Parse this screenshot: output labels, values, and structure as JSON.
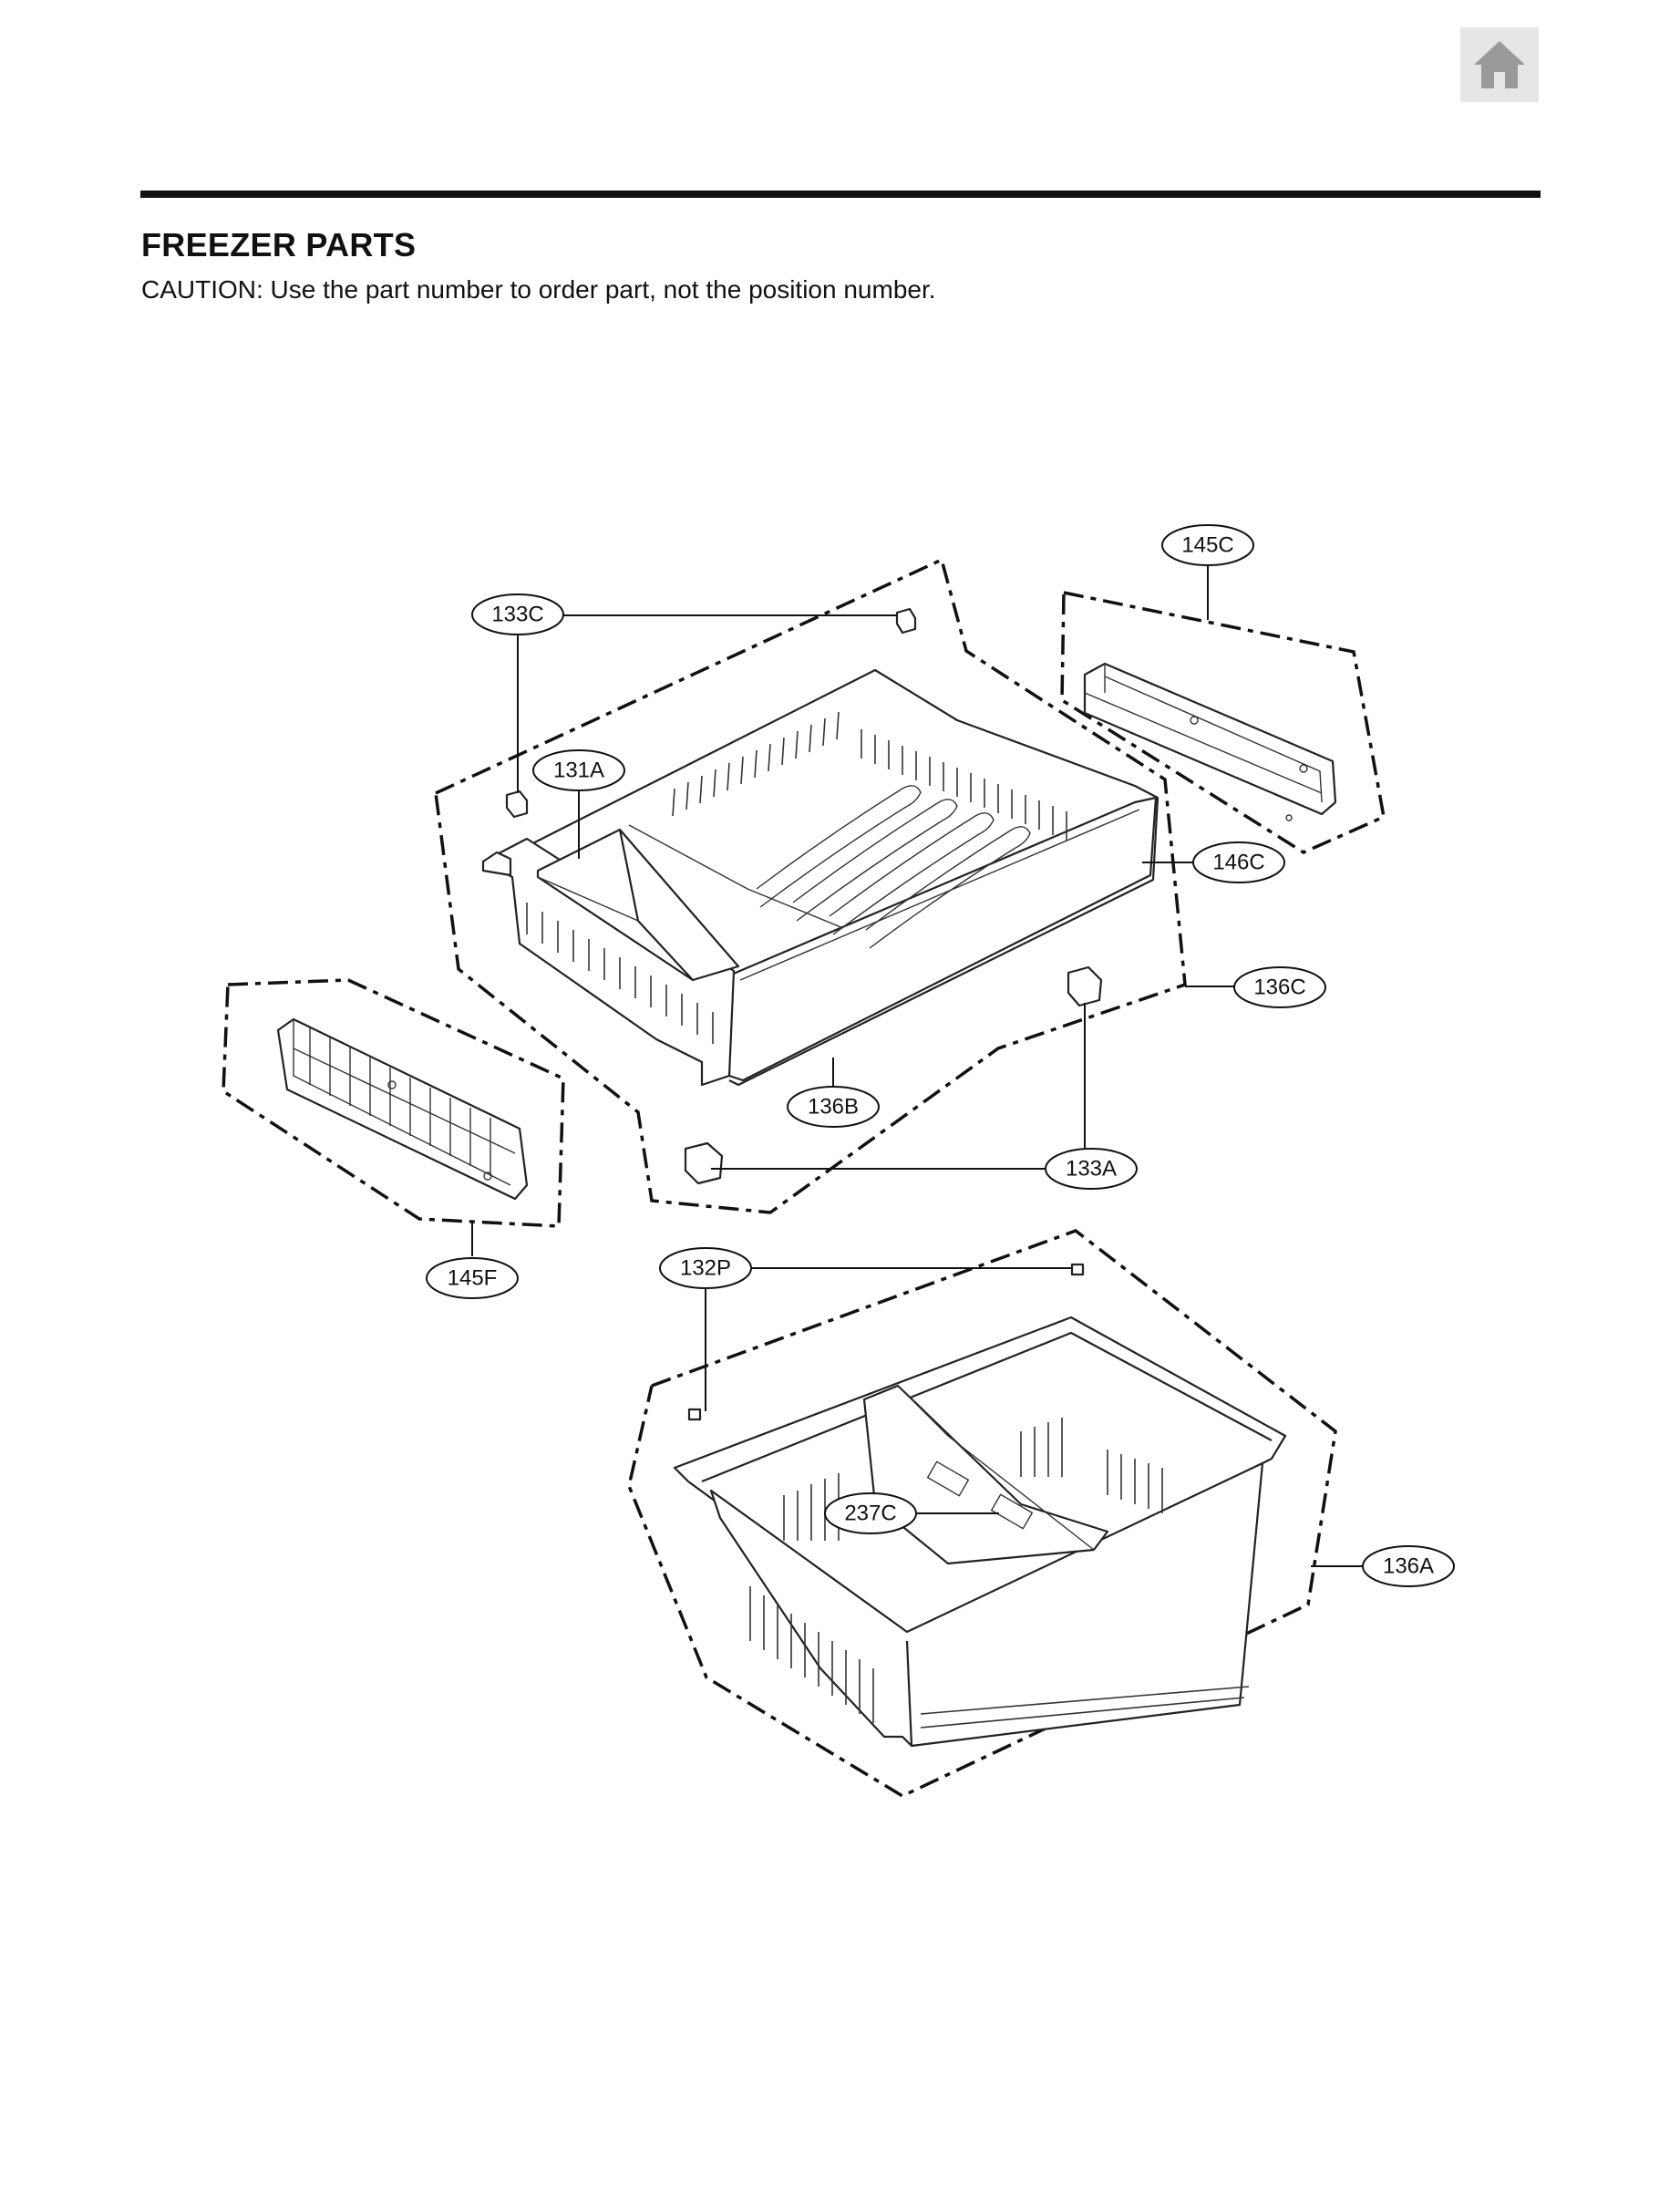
{
  "header": {
    "title": "FREEZER PARTS",
    "caution": "CAUTION: Use the part number to order part, not the position number."
  },
  "nav": {
    "home_icon": "home-icon"
  },
  "callouts": {
    "c145C": "145C",
    "c133C": "133C",
    "c131A": "131A",
    "c146C": "146C",
    "c136C": "136C",
    "c136B": "136B",
    "c133A": "133A",
    "c145F": "145F",
    "c132P": "132P",
    "c237C": "237C",
    "c136A": "136A"
  },
  "colors": {
    "line": "#111111",
    "home_bg": "#e6e6e6",
    "home_icon": "#9a9a9a"
  }
}
